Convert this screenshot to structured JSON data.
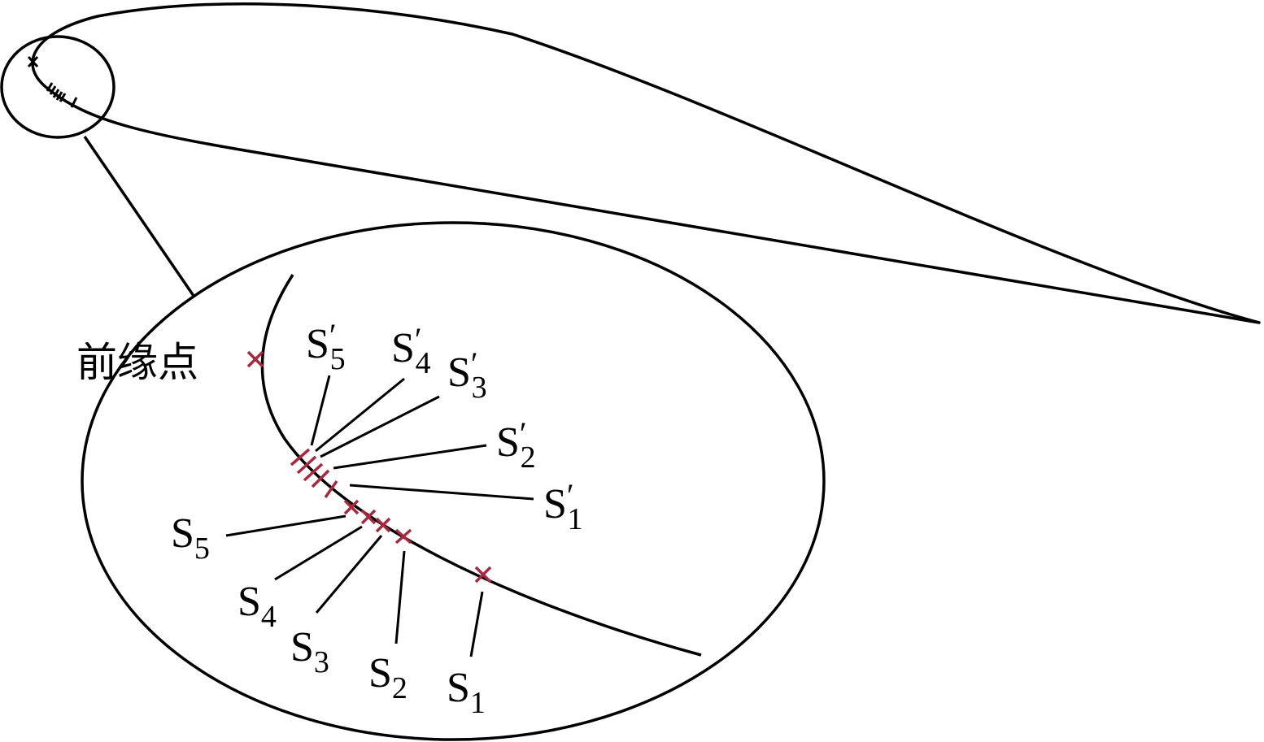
{
  "colors": {
    "line": "#000000",
    "marker": "#a8283f",
    "background": "#ffffff"
  },
  "labels": {
    "leading_edge": "前缘点",
    "letter": "S",
    "prime": "′",
    "points_lower": [
      {
        "base": "S",
        "sub": "1"
      },
      {
        "base": "S",
        "sub": "2"
      },
      {
        "base": "S",
        "sub": "3"
      },
      {
        "base": "S",
        "sub": "4"
      },
      {
        "base": "S",
        "sub": "5"
      }
    ],
    "points_upper": [
      {
        "base": "S",
        "sub": "1"
      },
      {
        "base": "S",
        "sub": "2"
      },
      {
        "base": "S",
        "sub": "3"
      },
      {
        "base": "S",
        "sub": "4"
      },
      {
        "base": "S",
        "sub": "5"
      }
    ]
  }
}
